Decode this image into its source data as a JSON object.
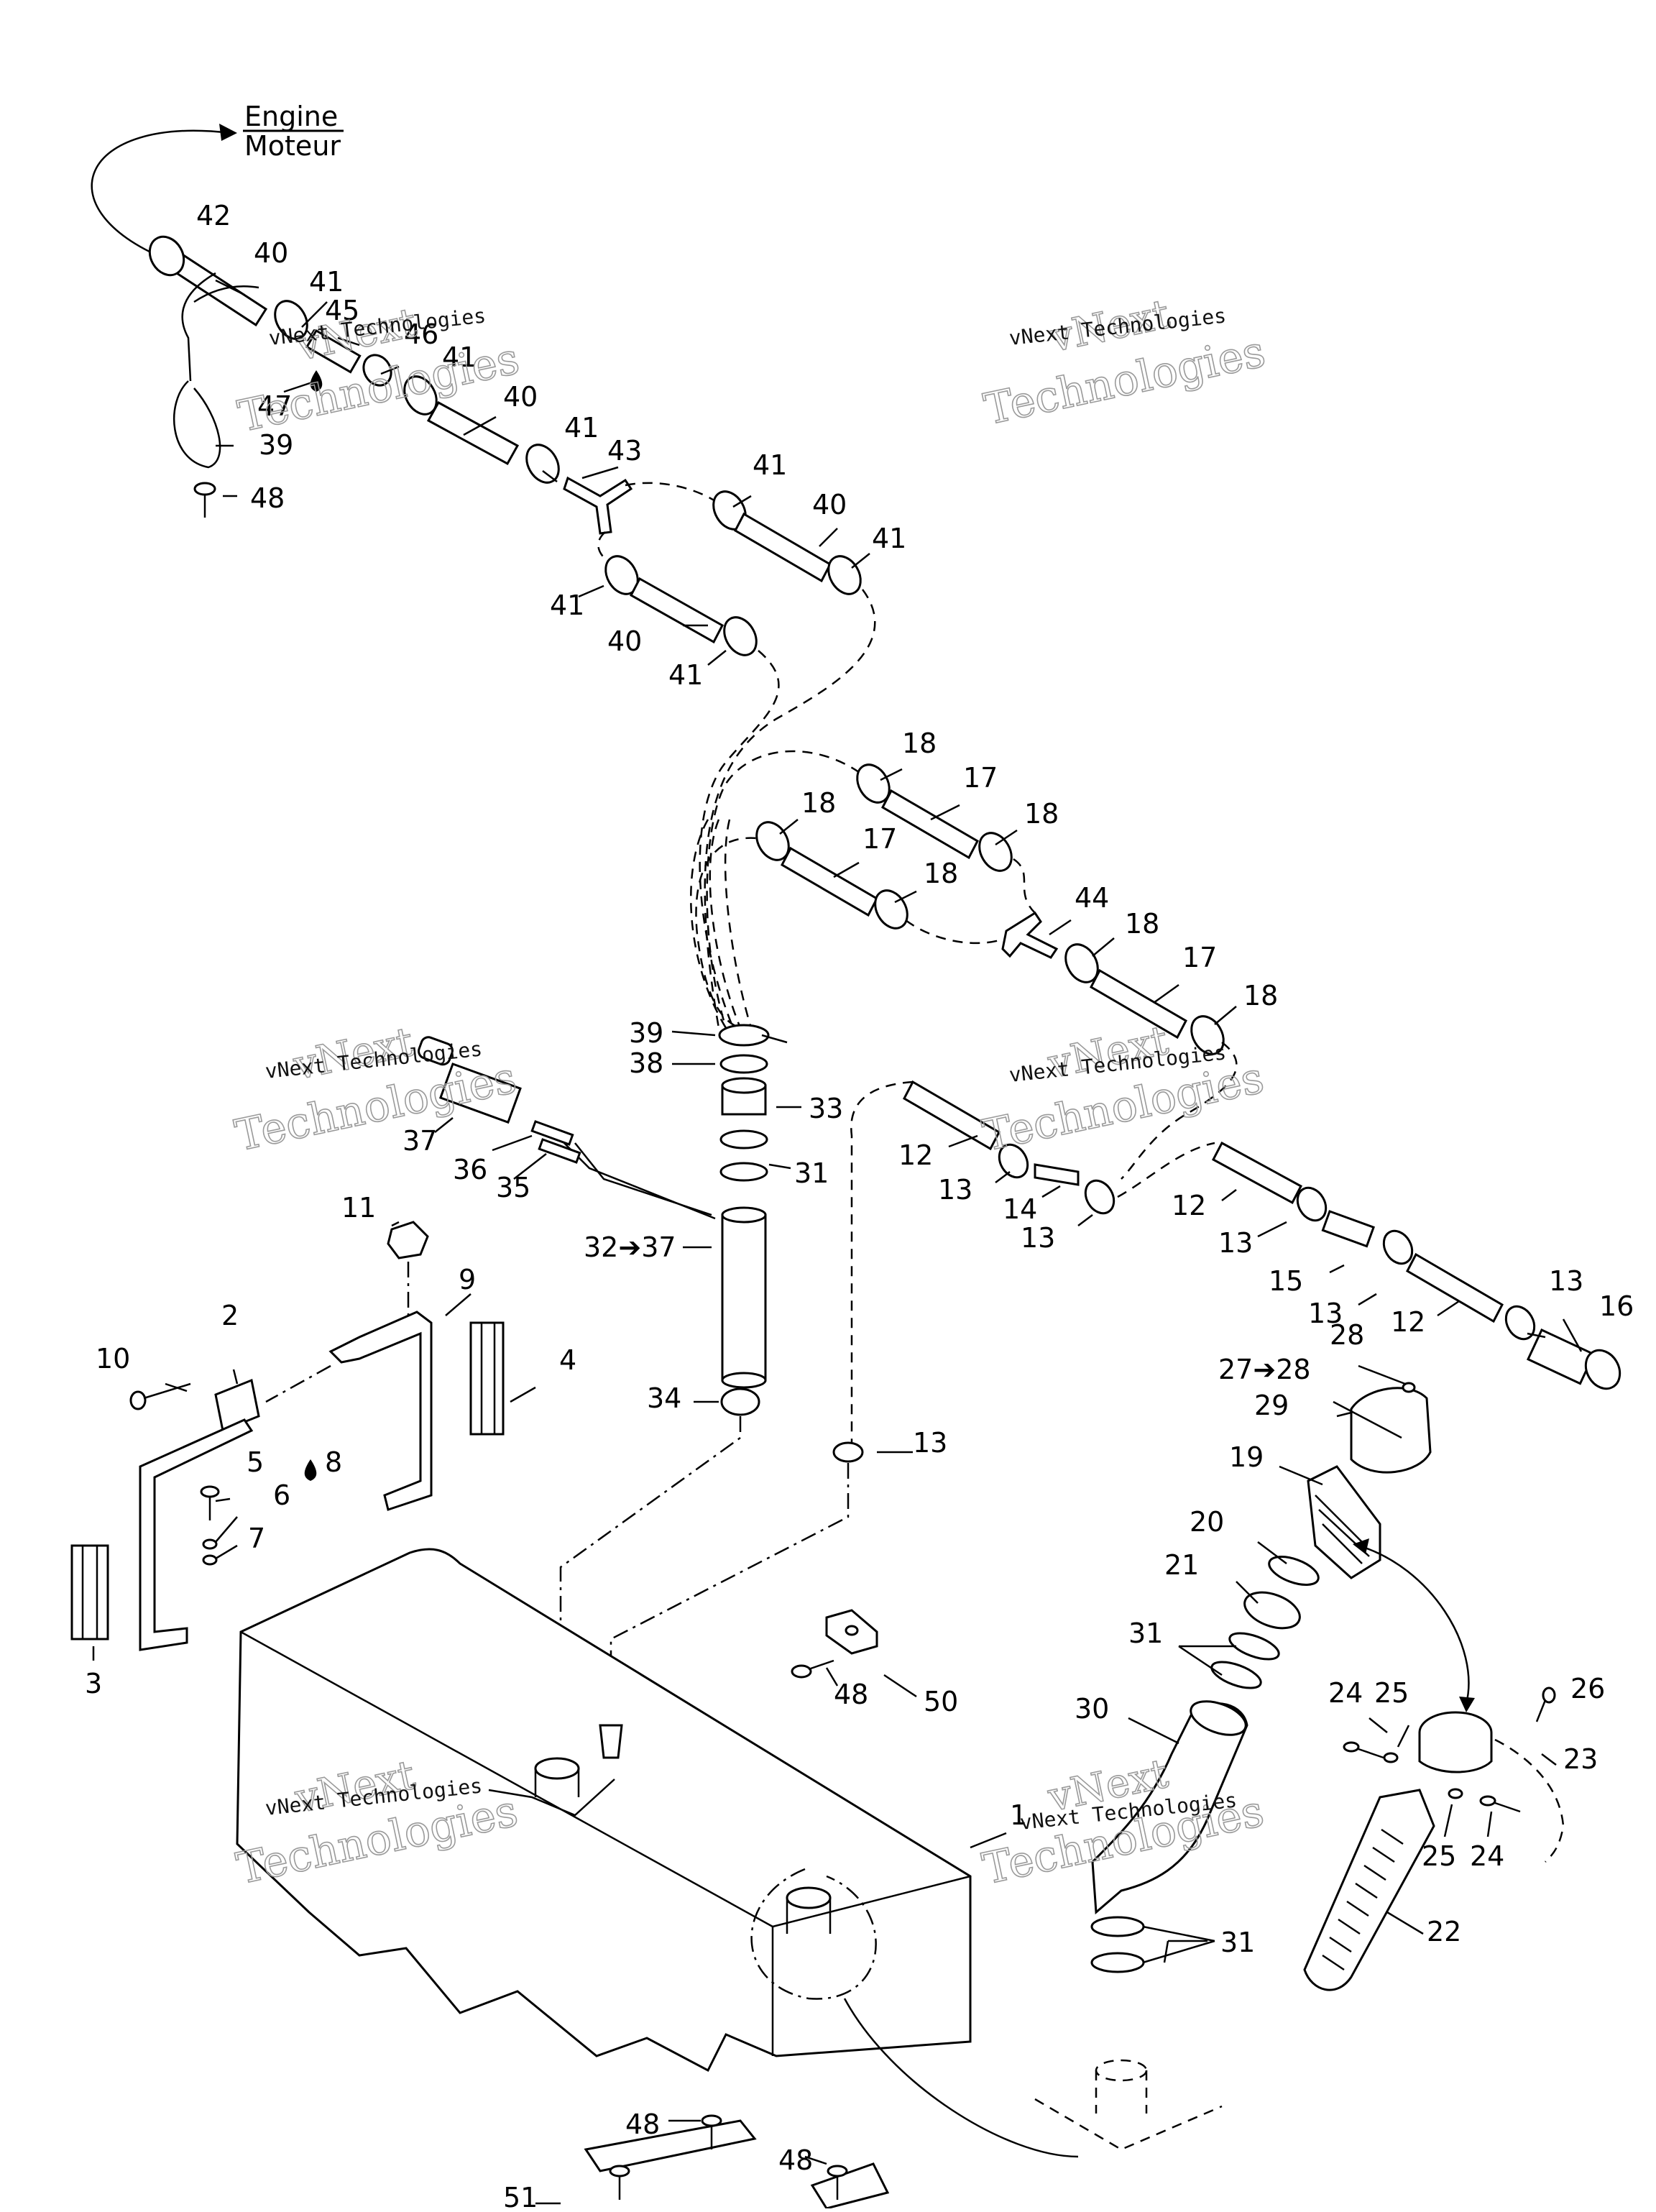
{
  "destination": {
    "line1": "Engine",
    "line2": "Moteur"
  },
  "watermark": {
    "brand": "vNext",
    "company": "Technologies",
    "caption": "vNext Technologies"
  },
  "labels": [
    {
      "id": "l42",
      "text": "42"
    },
    {
      "id": "l40a",
      "text": "40"
    },
    {
      "id": "l41a",
      "text": "41"
    },
    {
      "id": "l45",
      "text": "45"
    },
    {
      "id": "l46",
      "text": "46"
    },
    {
      "id": "l41b",
      "text": "41"
    },
    {
      "id": "l47",
      "text": "47"
    },
    {
      "id": "l39a",
      "text": "39"
    },
    {
      "id": "l48a",
      "text": "48"
    },
    {
      "id": "l40b",
      "text": "40"
    },
    {
      "id": "l41c",
      "text": "41"
    },
    {
      "id": "l43",
      "text": "43"
    },
    {
      "id": "l41d",
      "text": "41"
    },
    {
      "id": "l40c",
      "text": "40"
    },
    {
      "id": "l41e",
      "text": "41"
    },
    {
      "id": "l41f",
      "text": "41"
    },
    {
      "id": "l40d",
      "text": "40"
    },
    {
      "id": "l41g",
      "text": "41"
    },
    {
      "id": "l18a",
      "text": "18"
    },
    {
      "id": "l17a",
      "text": "17"
    },
    {
      "id": "l18b",
      "text": "18"
    },
    {
      "id": "l18c",
      "text": "18"
    },
    {
      "id": "l17b",
      "text": "17"
    },
    {
      "id": "l18d",
      "text": "18"
    },
    {
      "id": "l44",
      "text": "44"
    },
    {
      "id": "l18e",
      "text": "18"
    },
    {
      "id": "l17c",
      "text": "17"
    },
    {
      "id": "l18f",
      "text": "18"
    },
    {
      "id": "l39b",
      "text": "39"
    },
    {
      "id": "l38",
      "text": "38"
    },
    {
      "id": "l33",
      "text": "33"
    },
    {
      "id": "l31a",
      "text": "31"
    },
    {
      "id": "l37",
      "text": "37"
    },
    {
      "id": "l36",
      "text": "36"
    },
    {
      "id": "l35",
      "text": "35"
    },
    {
      "id": "l32",
      "text": "32➔37"
    },
    {
      "id": "l34",
      "text": "34"
    },
    {
      "id": "l12a",
      "text": "12"
    },
    {
      "id": "l13a",
      "text": "13"
    },
    {
      "id": "l14",
      "text": "14"
    },
    {
      "id": "l13b",
      "text": "13"
    },
    {
      "id": "l12b",
      "text": "12"
    },
    {
      "id": "l13c",
      "text": "13"
    },
    {
      "id": "l15",
      "text": "15"
    },
    {
      "id": "l13d",
      "text": "13"
    },
    {
      "id": "l13e",
      "text": "13"
    },
    {
      "id": "l16",
      "text": "16"
    },
    {
      "id": "l12c",
      "text": "12"
    },
    {
      "id": "l11",
      "text": "11"
    },
    {
      "id": "l9",
      "text": "9"
    },
    {
      "id": "l2",
      "text": "2"
    },
    {
      "id": "l10",
      "text": "10"
    },
    {
      "id": "l4",
      "text": "4"
    },
    {
      "id": "l5",
      "text": "5"
    },
    {
      "id": "l8",
      "text": "8"
    },
    {
      "id": "l6",
      "text": "6"
    },
    {
      "id": "l7",
      "text": "7"
    },
    {
      "id": "l3",
      "text": "3"
    },
    {
      "id": "l13f",
      "text": "13"
    },
    {
      "id": "l28",
      "text": "28"
    },
    {
      "id": "l27",
      "text": "27➔28"
    },
    {
      "id": "l29",
      "text": "29"
    },
    {
      "id": "l19",
      "text": "19"
    },
    {
      "id": "l20",
      "text": "20"
    },
    {
      "id": "l21",
      "text": "21"
    },
    {
      "id": "l31b",
      "text": "31"
    },
    {
      "id": "l48b",
      "text": "48"
    },
    {
      "id": "l50",
      "text": "50"
    },
    {
      "id": "l30",
      "text": "30"
    },
    {
      "id": "l24a",
      "text": "24"
    },
    {
      "id": "l25a",
      "text": "25"
    },
    {
      "id": "l26",
      "text": "26"
    },
    {
      "id": "l23",
      "text": "23"
    },
    {
      "id": "l1",
      "text": "1"
    },
    {
      "id": "l25b",
      "text": "25"
    },
    {
      "id": "l24b",
      "text": "24"
    },
    {
      "id": "l22",
      "text": "22"
    },
    {
      "id": "l31c",
      "text": "31"
    },
    {
      "id": "l48c",
      "text": "48"
    },
    {
      "id": "l48d",
      "text": "48"
    },
    {
      "id": "l51",
      "text": "51"
    }
  ]
}
